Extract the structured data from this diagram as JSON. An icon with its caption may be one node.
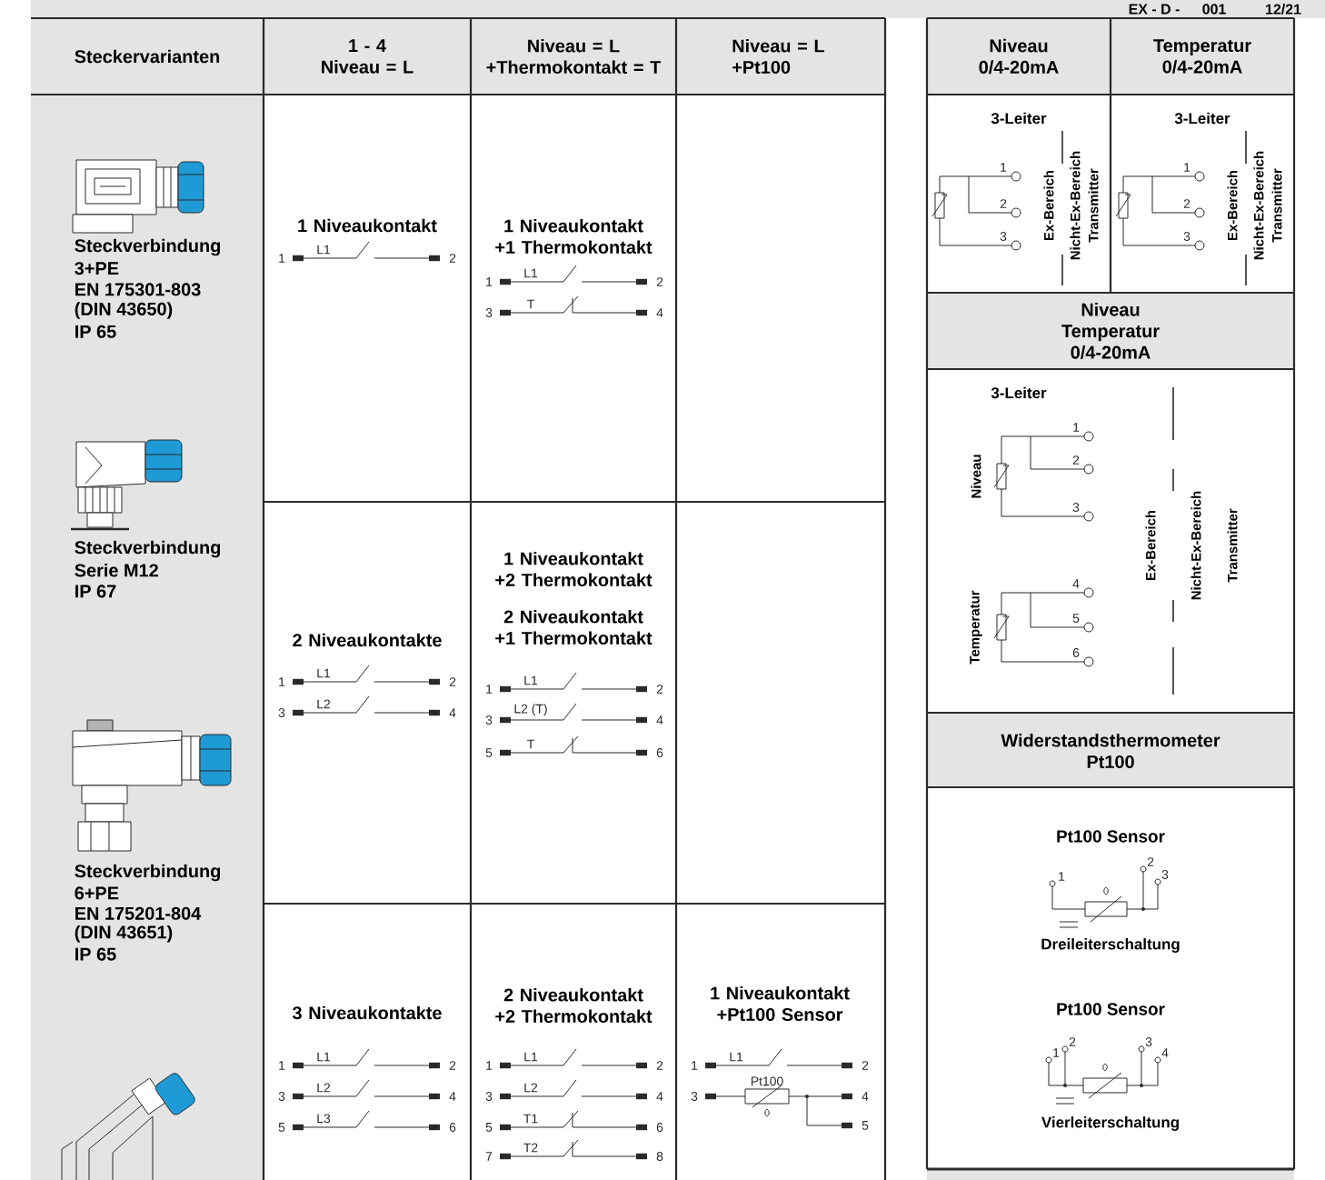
{
  "diagram": {
    "labels": [
      "EX - D -",
      "001",
      "12/21",
      "Steckervarianten",
      "1 - 4 Niveau = L",
      "Niveau = L +Thermokontakt = T",
      "Niveau = L +Pt100",
      "Niveau 0/4-20mA",
      "Temperatur 0/4-20mA",
      "Steckverbindung",
      "3+PE",
      "EN 175301-803",
      "(DIN 43650)",
      "IP 65",
      "1 Niveaukontakt",
      "1",
      "L1",
      "2",
      "1 Niveaukontakt +1 Thermokontakt",
      "1",
      "L1",
      "2",
      "3",
      "T",
      "4",
      "3-Leiter",
      "1",
      "2",
      "3",
      "Ex-Bereich",
      "Nicht-Ex-Bereich",
      "Transmitter",
      "3-Leiter",
      "1",
      "2",
      "3",
      "Ex-Bereich",
      "Nicht-Ex-Bereich",
      "Transmitter",
      "Niveau Temperatur 0/4-20mA",
      "3-Leiter",
      "Niveau",
      "1",
      "2",
      "3",
      "Temperatur",
      "4",
      "5",
      "6",
      "Ex-Bereich",
      "Nicht-Ex-Bereich",
      "Transmitter",
      "Steckverbindung",
      "Serie M12",
      "IP 67",
      "2 Niveaukontakte",
      "1",
      "L1",
      "2",
      "3",
      "L2",
      "4",
      "1 Niveaukontakt +2 Thermokontakt",
      "2 Niveaukontakt +1 Thermokontakt",
      "1",
      "L1",
      "2",
      "3",
      "L2 (T)",
      "4",
      "5",
      "T",
      "6",
      "Widerstandsthermometer Pt100",
      "Pt100 Sensor",
      "1",
      "2",
      "3",
      "Dreileiterschaltung",
      "Steckverbindung",
      "6+PE",
      "EN 175201-804",
      "(DIN 43651)",
      "IP 65",
      "3 Niveaukontakte",
      "1",
      "L1",
      "2",
      "3",
      "L2",
      "4",
      "5",
      "L3",
      "6",
      "2 Niveaukontakt +2 Thermokontakt",
      "1",
      "L1",
      "2",
      "3",
      "L2",
      "4",
      "5",
      "T1",
      "6",
      "7",
      "T2",
      "8",
      "1 Niveaukontakt +Pt100 Sensor",
      "1",
      "L1",
      "2",
      "3",
      "Pt100",
      "4",
      "5",
      "Pt100 Sensor",
      "1",
      "2",
      "3",
      "4",
      "Vierleiterschaltung"
    ]
  }
}
